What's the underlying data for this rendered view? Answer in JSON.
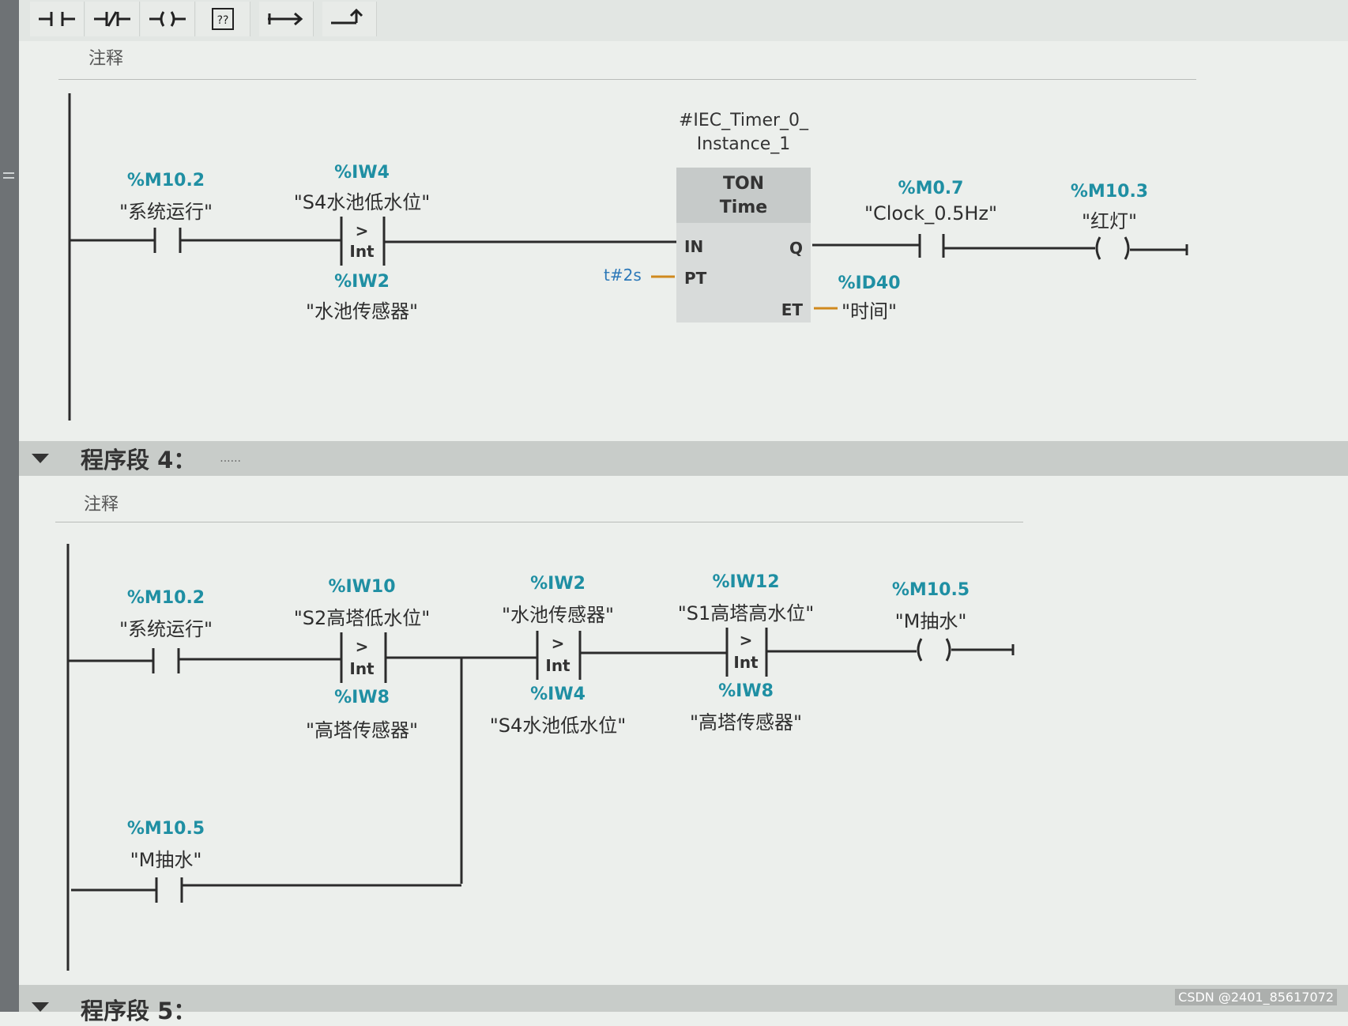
{
  "toolbar": {
    "icons": [
      "normally-open-contact-icon",
      "normally-closed-contact-icon",
      "coil-icon",
      "empty-box-icon",
      "open-branch-icon",
      "close-branch-icon"
    ],
    "empty_box_text": "??"
  },
  "segment3": {
    "comment": "注释",
    "contact1": {
      "addr": "%M10.2",
      "tag": "\"系统运行\""
    },
    "compare1": {
      "in1_addr": "%IW4",
      "in1_tag": "\"S4水池低水位\"",
      "op": ">",
      "type": "Int",
      "in2_addr": "%IW2",
      "in2_tag": "\"水池传感器\""
    },
    "timer": {
      "instance_line1": "#IEC_Timer_0_",
      "instance_line2": "Instance_1",
      "type": "TON",
      "time_type": "Time",
      "pin_in": "IN",
      "pin_q": "Q",
      "pin_pt": "PT",
      "pin_et": "ET",
      "pt_value": "t#2s",
      "et_addr": "%ID40",
      "et_tag": "\"时间\""
    },
    "contact2": {
      "addr": "%M0.7",
      "tag": "\"Clock_0.5Hz\""
    },
    "coil": {
      "addr": "%M10.3",
      "tag": "\"红灯\""
    }
  },
  "segment4": {
    "title": "程序段 4：",
    "dots": "......",
    "comment": "注释",
    "contact1": {
      "addr": "%M10.2",
      "tag": "\"系统运行\""
    },
    "compare1": {
      "in1_addr": "%IW10",
      "in1_tag": "\"S2高塔低水位\"",
      "op": ">",
      "type": "Int",
      "in2_addr": "%IW8",
      "in2_tag": "\"高塔传感器\""
    },
    "compare2": {
      "in1_addr": "%IW2",
      "in1_tag": "\"水池传感器\"",
      "op": ">",
      "type": "Int",
      "in2_addr": "%IW4",
      "in2_tag": "\"S4水池低水位\""
    },
    "compare3": {
      "in1_addr": "%IW12",
      "in1_tag": "\"S1高塔高水位\"",
      "op": ">",
      "type": "Int",
      "in2_addr": "%IW8",
      "in2_tag": "\"高塔传感器\""
    },
    "coil": {
      "addr": "%M10.5",
      "tag": "\"M抽水\""
    },
    "contact2": {
      "addr": "%M10.5",
      "tag": "\"M抽水\""
    }
  },
  "segment5": {
    "title": "程序段 5："
  },
  "watermark": "CSDN @2401_85617072"
}
